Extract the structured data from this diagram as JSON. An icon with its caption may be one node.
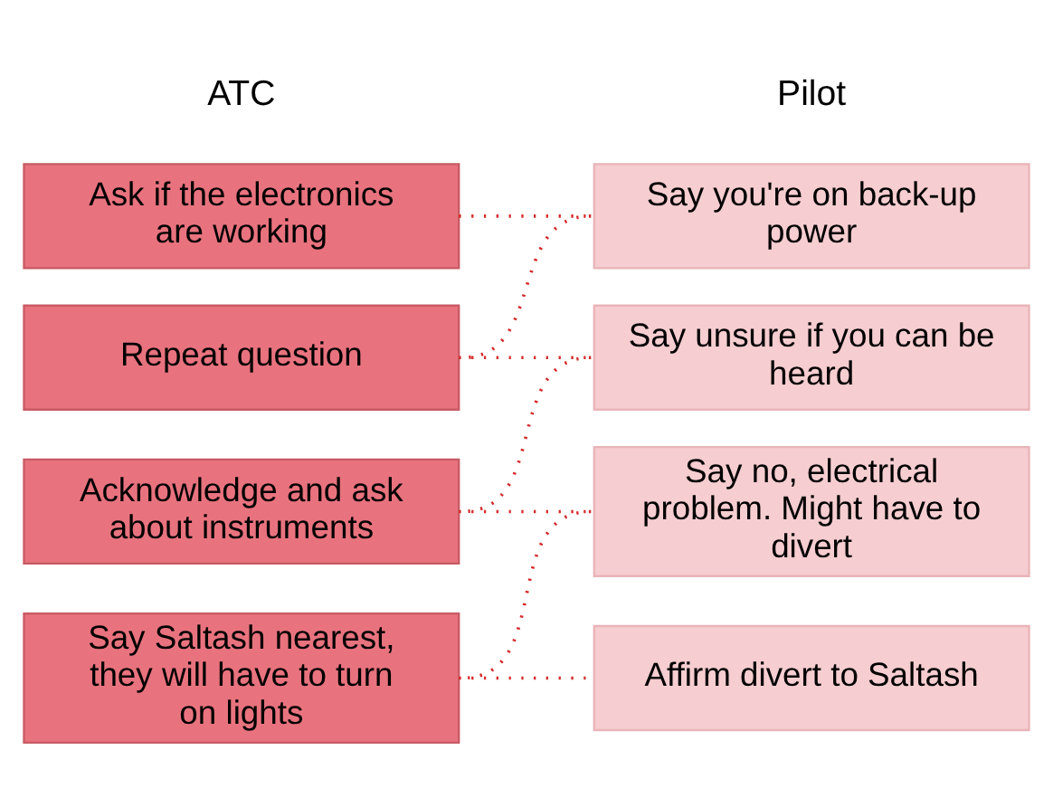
{
  "diagram": {
    "nodes": [
      {
        "text": [
          "Ask if the electronics are working"
        ]
      },
      {
        "text": [
          "Say you're on back-up power"
        ]
      },
      {
        "text": [
          "Repeat question"
        ]
      },
      {
        "text": [
          "Say unsure if you can be heard"
        ]
      },
      {
        "text": [
          "Acknowledge and ask about instruments"
        ]
      },
      {
        "text": [
          "Say no, electrical problem. Might have to divert"
        ]
      },
      {
        "text": [
          "Say Saltash nearest, they will have to turn on lights"
        ]
      },
      {
        "text": [
          "Affirm divert to Saltash"
        ]
      }
    ],
    "edges": [
      {
        "from": 0,
        "to": 1,
        "arrow": "none",
        "style": "dashed"
      },
      {
        "from": 1,
        "to": 2,
        "arrow": "none",
        "style": "dashed"
      },
      {
        "from": 2,
        "to": 3,
        "arrow": "none",
        "style": "dashed"
      },
      {
        "from": 3,
        "to": 4,
        "arrow": "none",
        "style": "dashed"
      },
      {
        "from": 4,
        "to": 5,
        "arrow": "none",
        "style": "dashed"
      },
      {
        "from": 5,
        "to": 6,
        "arrow": "none",
        "style": "dashed"
      },
      {
        "from": 6,
        "to": 7,
        "arrow": "none",
        "style": "dashed"
      }
    ],
    "labels": [
      "ATC",
      "Pilot"
    ]
  }
}
